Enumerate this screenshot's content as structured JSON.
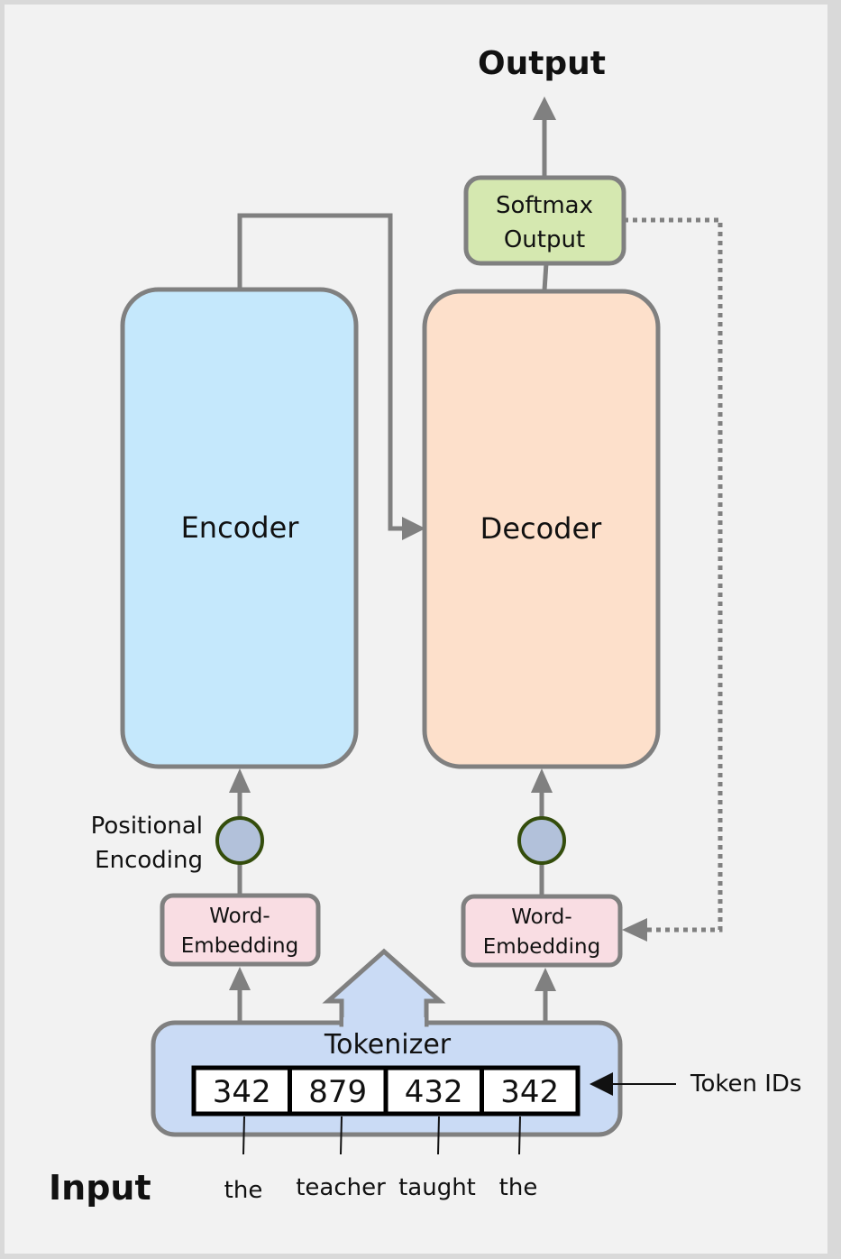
{
  "title": "Output",
  "input_label": "Input",
  "encoder": {
    "label": "Encoder",
    "color": "#c5e8fc"
  },
  "decoder": {
    "label": "Decoder",
    "color": "#fde0cb"
  },
  "softmax": {
    "line1": "Softmax",
    "line2": "Output",
    "color": "#d5e8b0"
  },
  "positional_encoding": {
    "line1": "Positional",
    "line2": "Encoding"
  },
  "word_embedding": {
    "line1": "Word-",
    "line2": "Embedding",
    "color": "#f9dde3"
  },
  "tokenizer": {
    "label": "Tokenizer",
    "color": "#cadbf5"
  },
  "token_ids_label": "Token IDs",
  "tokens": [
    {
      "id": "342",
      "word": "the"
    },
    {
      "id": "879",
      "word": "teacher"
    },
    {
      "id": "432",
      "word": "taught"
    },
    {
      "id": "342",
      "word": "the"
    }
  ],
  "colors": {
    "stroke": "#808080",
    "circle_fill": "#b2c1da",
    "circle_stroke": "#344d0c"
  }
}
